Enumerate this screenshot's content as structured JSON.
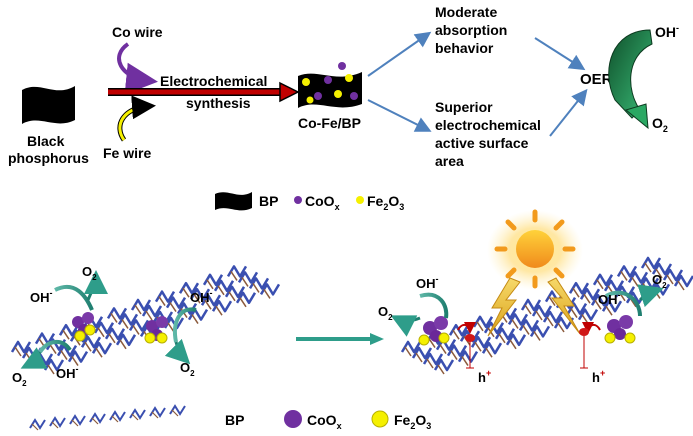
{
  "top": {
    "source_label_1": "Black",
    "source_label_2": "phosphorus",
    "co_wire": "Co wire",
    "fe_wire": "Fe wire",
    "process_line_1": "Electrochemical",
    "process_line_2": "synthesis",
    "product": "Co-Fe/BP",
    "effect_1": [
      "Moderate",
      "absorption",
      "behavior"
    ],
    "effect_2": [
      "Superior",
      "electrochemical",
      "active surface",
      "area"
    ],
    "reaction": "OER",
    "reactant": "OH",
    "reactant_sup": "-",
    "product_o2": "O",
    "product_o2_sub": "2"
  },
  "legend_top": {
    "bp": "BP",
    "coox": "CoO",
    "coox_sub": "x",
    "fe2o3_a": "Fe",
    "fe2o3_sub1": "2",
    "fe2o3_b": "O",
    "fe2o3_sub2": "3"
  },
  "bottom": {
    "oh": "OH",
    "minus": "-",
    "o2": "O",
    "o2_sub": "2",
    "hole": "h",
    "plus": "+"
  },
  "legend_bottom": {
    "bp": "BP",
    "coox": "CoO",
    "coox_sub": "x",
    "fe2o3_a": "Fe",
    "fe2o3_sub1": "2",
    "fe2o3_b": "O",
    "fe2o3_sub2": "3"
  },
  "colors": {
    "black": "#000000",
    "purple": "#7030a0",
    "yellow": "#f5f000",
    "red_arrow": "#c00000",
    "blue_arrow": "#4f81bd",
    "teal": "#2e9d8a",
    "green": "#1e7e34",
    "bp_blue": "#3a4fb0",
    "bp_brown": "#8b5a3c",
    "sun": "#f5a623"
  }
}
